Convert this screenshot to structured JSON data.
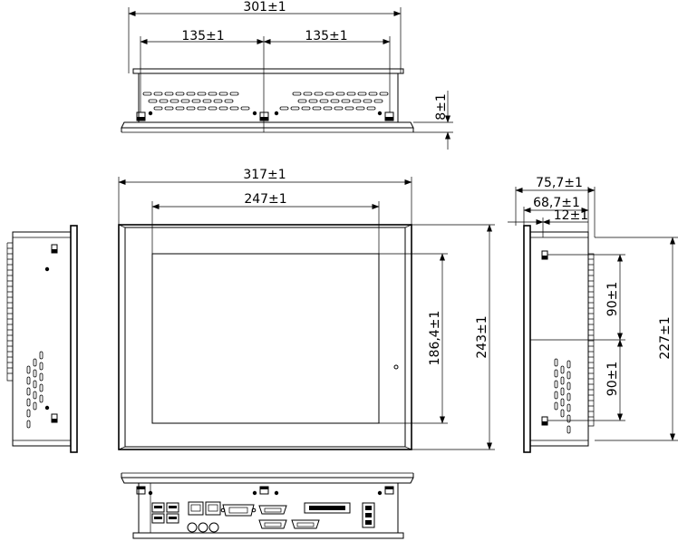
{
  "dimensions": {
    "top_overall": "301±1",
    "top_left_half": "135±1",
    "top_right_half": "135±1",
    "top_depth": "8±1",
    "front_width": "317±1",
    "front_window": "247±1",
    "front_window_height": "186,4±1",
    "front_height": "243±1",
    "side_depth_total": "75,7±1",
    "side_depth_body": "68,7±1",
    "side_depth_bezel": "12±1",
    "side_upper_pitch": "90±1",
    "side_lower_pitch": "90±1",
    "side_height": "227±1"
  }
}
